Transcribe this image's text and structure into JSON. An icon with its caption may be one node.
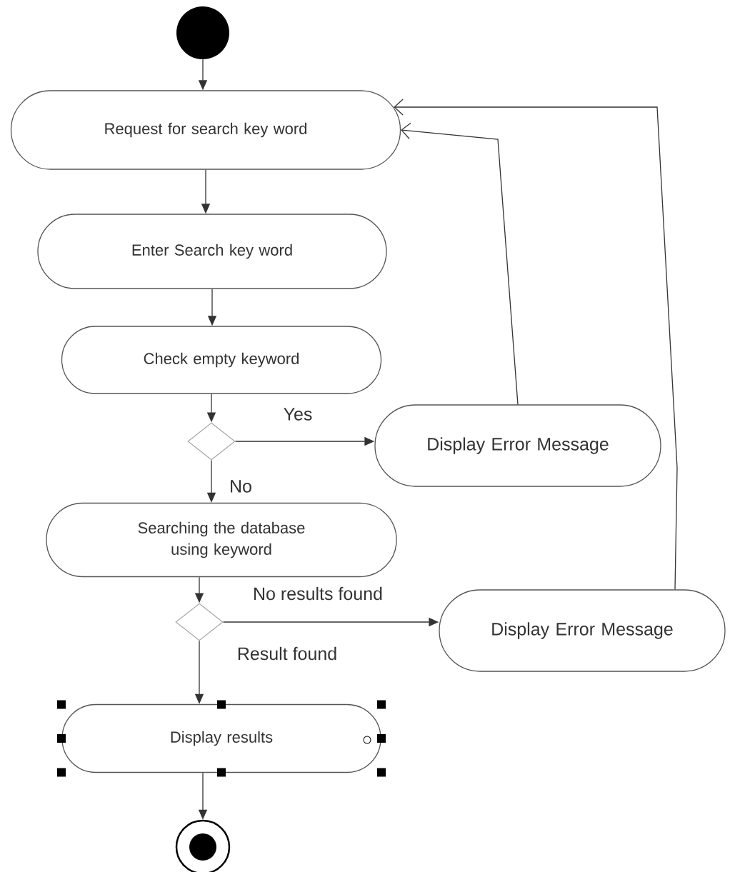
{
  "diagram": {
    "nodes": [
      {
        "text": [],
        "shape": "circle"
      },
      {
        "text": [
          "Request for search key word"
        ]
      },
      {
        "text": [
          "Enter Search key word"
        ]
      },
      {
        "text": [
          "Check empty keyword"
        ]
      },
      {
        "text": [],
        "shape": "diamond"
      },
      {
        "text": [
          "Display Error Message"
        ]
      },
      {
        "text": [
          "Searching the database using keyword"
        ]
      },
      {
        "text": [],
        "shape": "diamond"
      },
      {
        "text": [
          "Display Error Message"
        ]
      },
      {
        "text": [
          "Display results"
        ]
      },
      {
        "text": [],
        "shape": "circle"
      }
    ],
    "edges": [
      {
        "from": 0,
        "to": 1,
        "arrow": "to"
      },
      {
        "from": 1,
        "to": 2,
        "arrow": "to"
      },
      {
        "from": 2,
        "to": 3,
        "arrow": "to"
      },
      {
        "from": 3,
        "to": 4,
        "arrow": "to"
      },
      {
        "from": 4,
        "to": 5,
        "arrow": "to",
        "label": "Yes"
      },
      {
        "from": 4,
        "to": 6,
        "arrow": "to",
        "label": "No"
      },
      {
        "from": 6,
        "to": 7,
        "arrow": "to"
      },
      {
        "from": 7,
        "to": 8,
        "arrow": "to",
        "label": "No results found"
      },
      {
        "from": 7,
        "to": 9,
        "arrow": "to",
        "label": "Result found"
      },
      {
        "from": 9,
        "to": 10,
        "arrow": "to"
      },
      {
        "from": 5,
        "to": 1,
        "arrow": "to"
      },
      {
        "from": 8,
        "to": 1,
        "arrow": "to"
      }
    ]
  }
}
